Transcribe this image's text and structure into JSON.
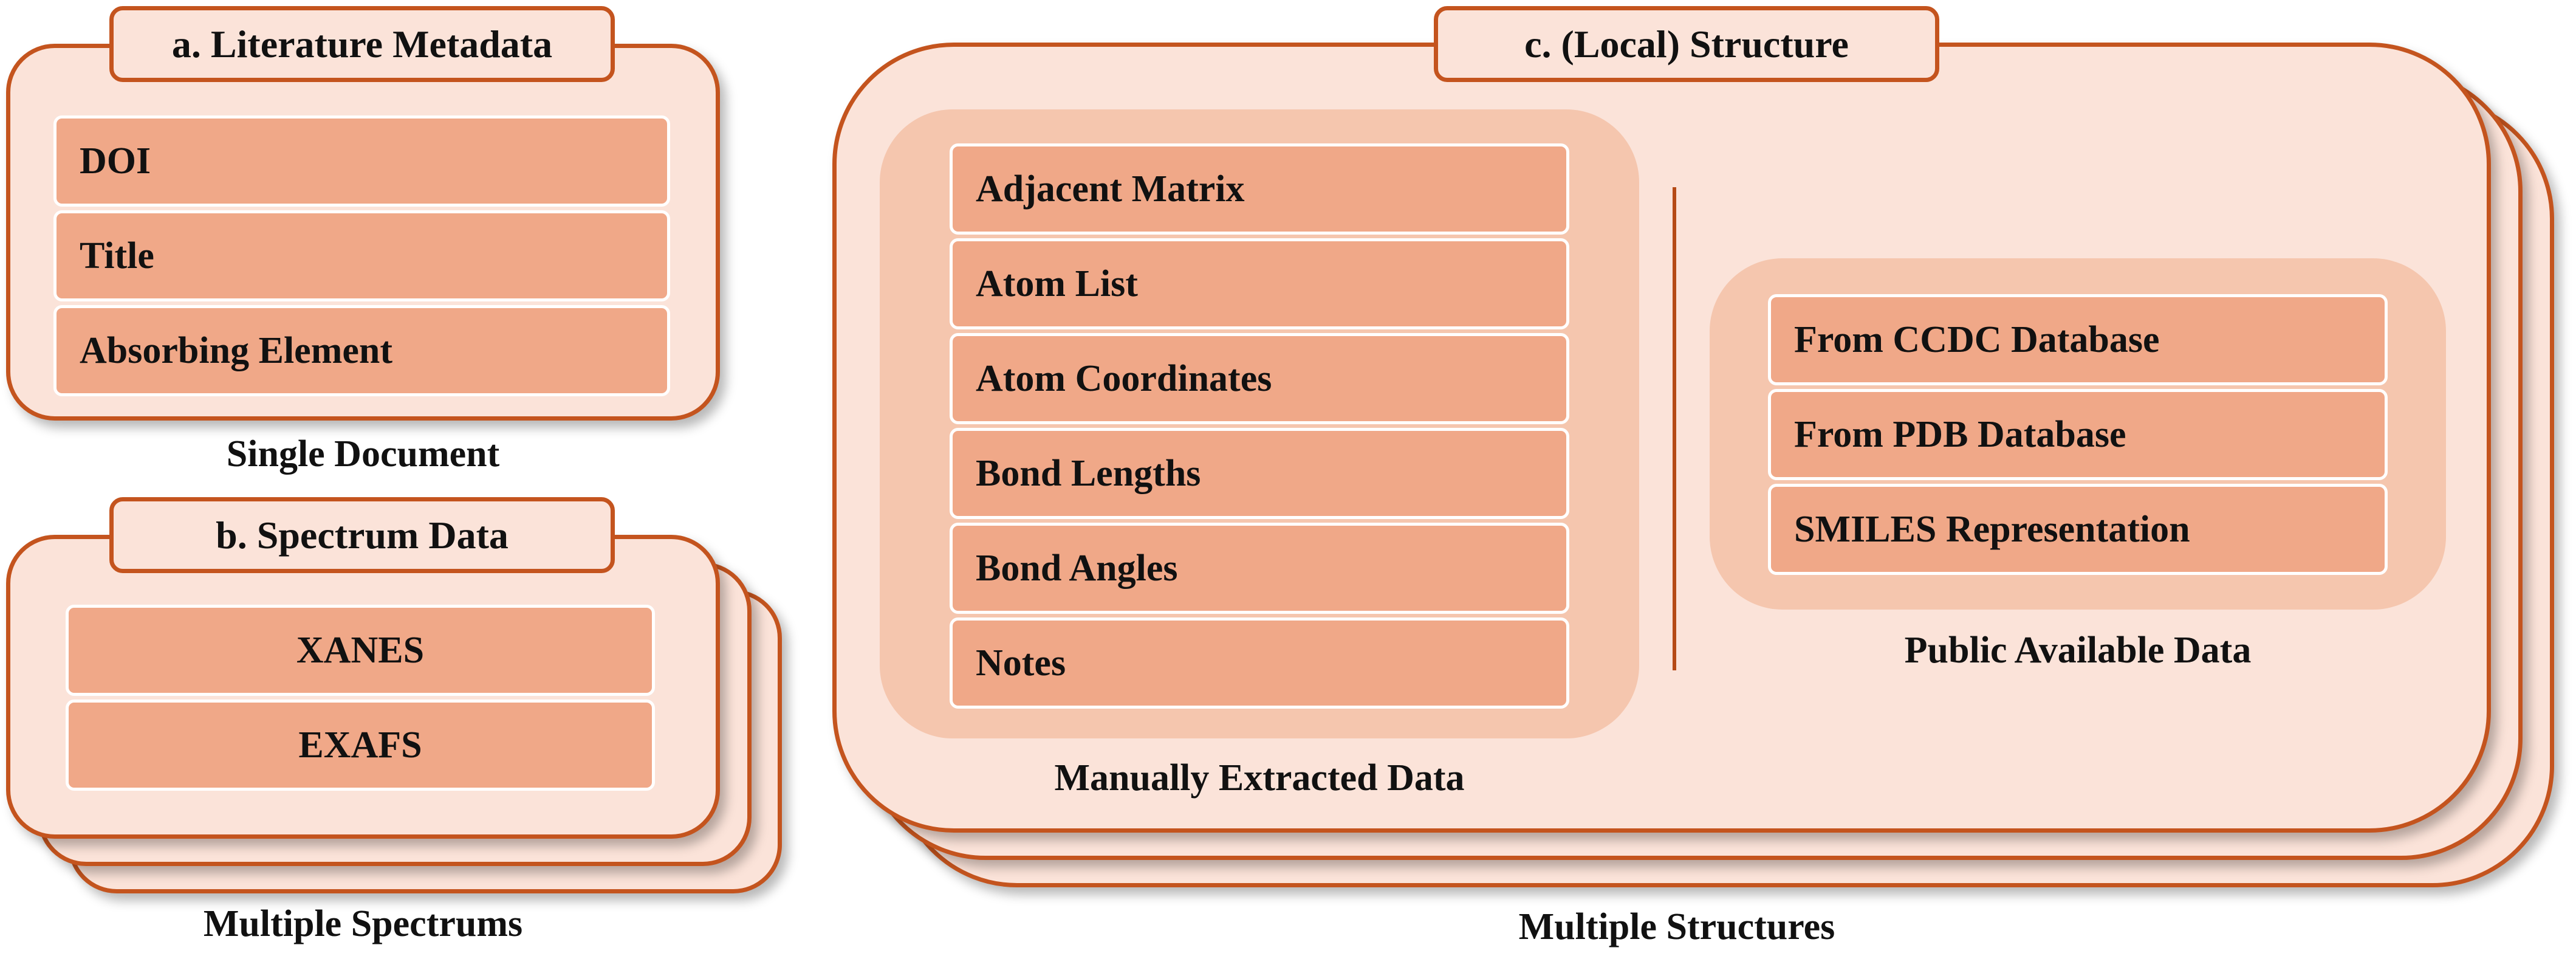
{
  "metadata": {
    "title": "a. Literature Metadata",
    "fields": [
      "DOI",
      "Title",
      "Absorbing Element"
    ],
    "caption": "Single Document"
  },
  "spectrum": {
    "title": "b. Spectrum Data",
    "fields": [
      "XANES",
      "EXAFS"
    ],
    "caption": "Multiple Spectrums"
  },
  "structure": {
    "title": "c. (Local) Structure",
    "manual": {
      "fields": [
        "Adjacent Matrix",
        "Atom List",
        "Atom Coordinates",
        "Bond Lengths",
        "Bond Angles",
        "Notes"
      ],
      "caption": "Manually Extracted Data"
    },
    "public": {
      "fields": [
        "From CCDC Database",
        "From PDB Database",
        "SMILES Representation"
      ],
      "caption": "Public Available Data"
    },
    "caption": "Multiple Structures"
  },
  "colors": {
    "border": "#c4541e",
    "card_fill": "#fbe3d9",
    "panel_fill": "#f5c6ae",
    "row_fill": "#f0a888"
  }
}
